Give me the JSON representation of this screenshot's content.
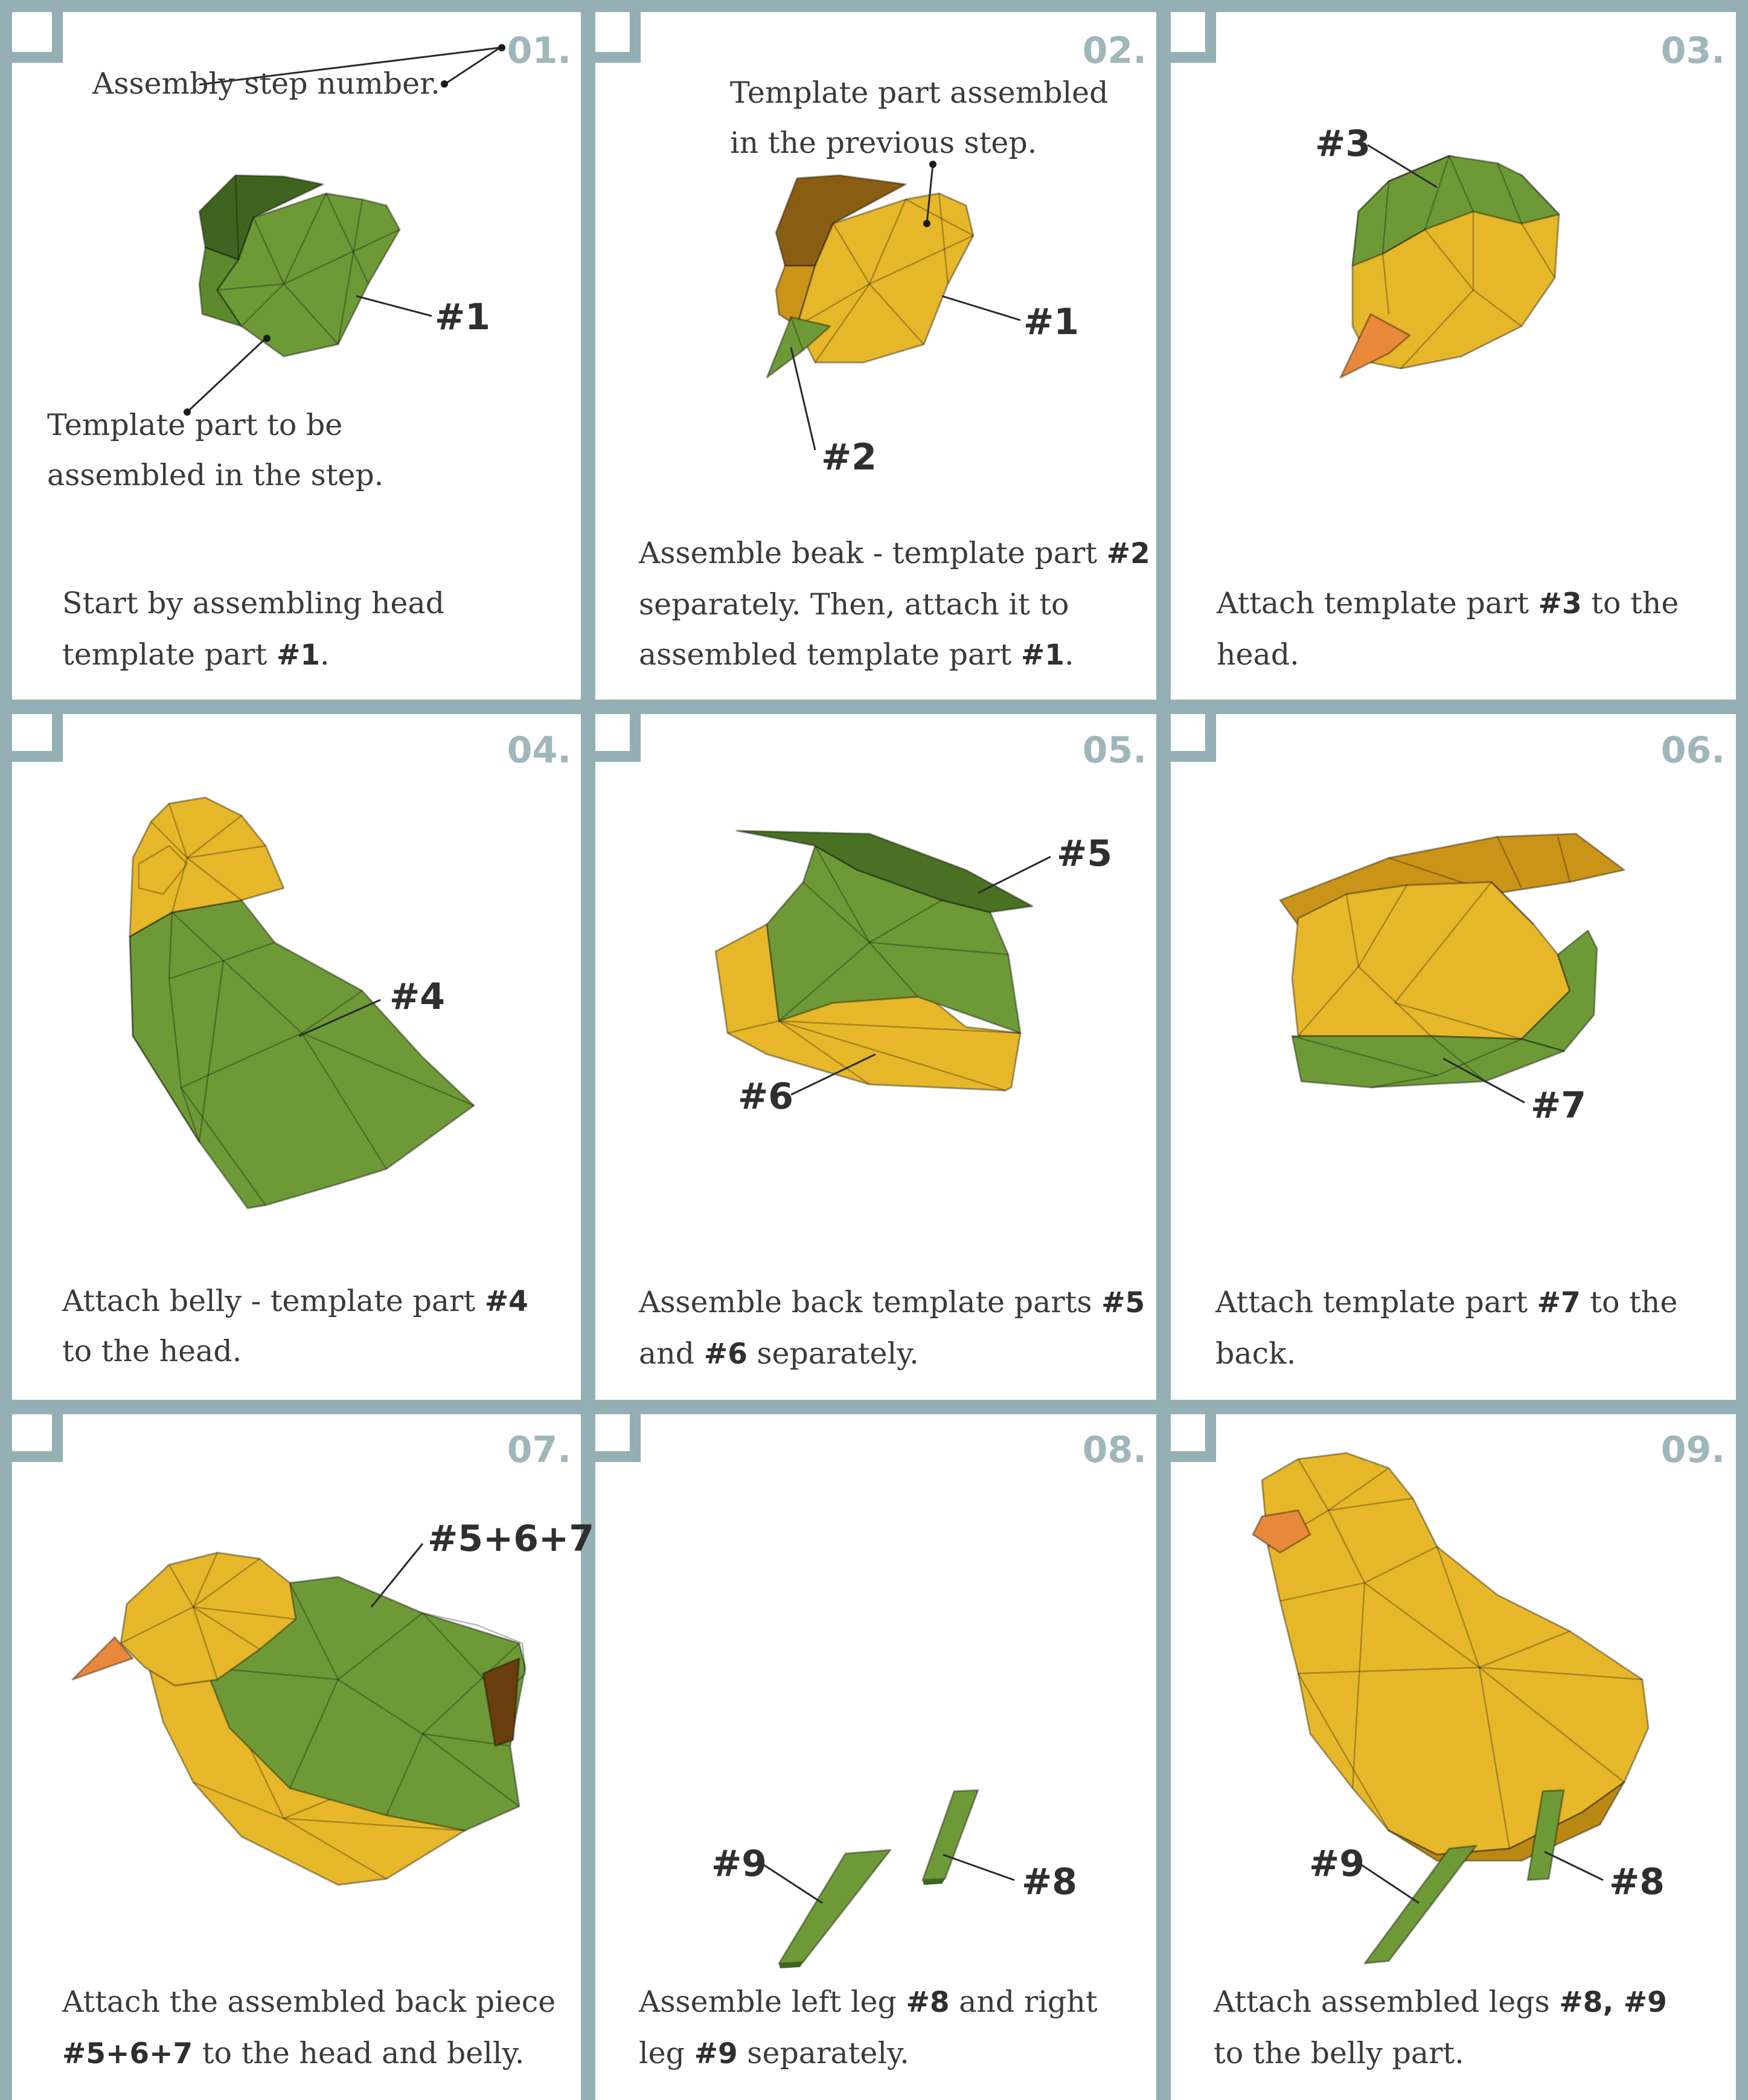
{
  "palette": {
    "frame": "#94b0b5",
    "step_number": "#9fb6bb",
    "yellow": "#e7b72a",
    "green": "#6d9a37",
    "dark_green": "#4a7024",
    "beak": "#e8883a"
  },
  "steps": [
    {
      "number": "01.",
      "annotations": {
        "step_number": "Assembly step number.",
        "part_line1": "Template part to be",
        "part_line2": "assembled in the step."
      },
      "labels": [
        "#1"
      ],
      "caption": {
        "line1": "Start by assembling head",
        "line2_a": "template part ",
        "line2_b": "#1",
        "line2_c": "."
      }
    },
    {
      "number": "02.",
      "annotations": {
        "prev_line1": "Template part assembled",
        "prev_line2": "in the previous step."
      },
      "labels": [
        "#1",
        "#2"
      ],
      "caption": {
        "line1_a": "Assemble beak - template part ",
        "line1_b": "#2",
        "line2": "separately. Then, attach it to",
        "line3_a": "assembled template part ",
        "line3_b": "#1",
        "line3_c": "."
      }
    },
    {
      "number": "03.",
      "labels": [
        "#3"
      ],
      "caption": {
        "line1_a": "Attach template part ",
        "line1_b": "#3",
        "line1_c": " to the",
        "line2": "head."
      }
    },
    {
      "number": "04.",
      "labels": [
        "#4"
      ],
      "caption": {
        "line1_a": "Attach belly - template part ",
        "line1_b": "#4",
        "line2": "to the head."
      }
    },
    {
      "number": "05.",
      "labels": [
        "#5",
        "#6"
      ],
      "caption": {
        "line1_a": "Assemble back template parts ",
        "line1_b": "#5",
        "line2_a": "and ",
        "line2_b": "#6",
        "line2_c": " separately."
      }
    },
    {
      "number": "06.",
      "labels": [
        "#7"
      ],
      "caption": {
        "line1_a": "Attach template part ",
        "line1_b": "#7",
        "line1_c": " to the",
        "line2": "back."
      }
    },
    {
      "number": "07.",
      "labels": [
        "#5+6+7"
      ],
      "caption": {
        "line1": "Attach the assembled back piece",
        "line2_a": "#5+6+7",
        "line2_b": " to the head and belly."
      }
    },
    {
      "number": "08.",
      "labels": [
        "#9",
        "#8"
      ],
      "caption": {
        "line1_a": "Assemble left leg ",
        "line1_b": "#8",
        "line1_c": " and right",
        "line2_a": "leg ",
        "line2_b": "#9",
        "line2_c": " separately."
      }
    },
    {
      "number": "09.",
      "labels": [
        "#9",
        "#8"
      ],
      "caption": {
        "line1_a": "Attach assembled legs ",
        "line1_b": "#8, #9",
        "line2": "to the belly part."
      }
    }
  ]
}
